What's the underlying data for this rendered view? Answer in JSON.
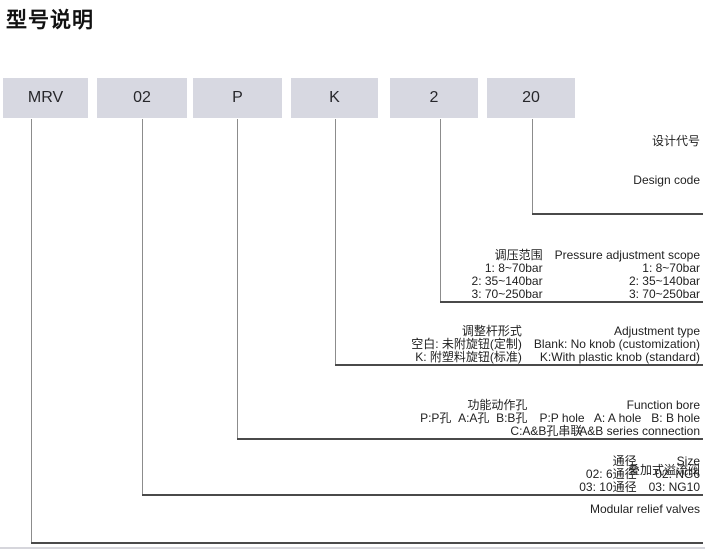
{
  "title": "型号说明",
  "code_boxes": [
    {
      "label": "MRV"
    },
    {
      "label": "02"
    },
    {
      "label": "P"
    },
    {
      "label": "K"
    },
    {
      "label": "2"
    },
    {
      "label": "20"
    }
  ],
  "legend": {
    "design_code": {
      "cn": "设计代号",
      "en": "Design code"
    },
    "pressure_scope": {
      "header": {
        "cn": "调压范围",
        "en": "Pressure adjustment scope"
      },
      "rows": [
        {
          "cn": "1: 8~70bar",
          "en": "1: 8~70bar"
        },
        {
          "cn": "2: 35~140bar",
          "en": "2: 35~140bar"
        },
        {
          "cn": "3: 70~250bar",
          "en": "3: 70~250bar"
        }
      ]
    },
    "adjustment_type": {
      "header": {
        "cn": "调整杆形式",
        "en": "Adjustment type"
      },
      "rows": [
        {
          "cn": "空白: 未附旋钮(定制)",
          "en": "Blank: No knob (customization)"
        },
        {
          "cn": "K: 附塑料旋钮(标准)",
          "en": "K:With plastic knob (standard)"
        }
      ]
    },
    "function_bore": {
      "header": {
        "cn": "功能动作孔",
        "en": "Function bore"
      },
      "rows": [
        {
          "cn": "P:P孔  A:A孔  B:B孔",
          "en": "P:P hole   A: A hole   B: B hole"
        },
        {
          "cn": "C:A&B孔串联",
          "en": "A&B series connection"
        }
      ]
    },
    "size": {
      "header": {
        "cn": "通径",
        "en": "Size"
      },
      "rows": [
        {
          "cn": "02: 6通径",
          "en": "02: NG6"
        },
        {
          "cn": "03: 10通径",
          "en": "03: NG10"
        }
      ]
    },
    "product": {
      "cn": "叠加式溢流阀",
      "en": "Modular relief valves"
    }
  },
  "colors": {
    "box_fill": "#d7d8e1",
    "connector_vertical": "#8c8c8c",
    "connector_horizontal": "#4a4a4a",
    "text": "#1f1f1f"
  }
}
